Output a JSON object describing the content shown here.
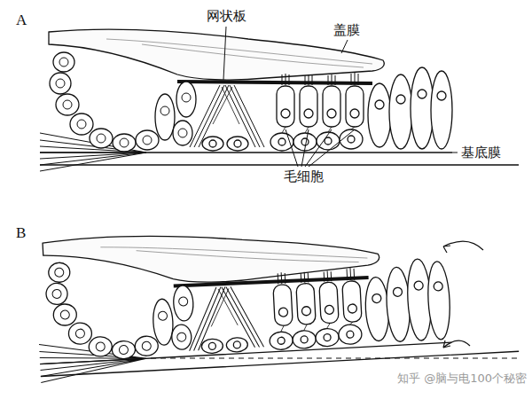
{
  "diagram": {
    "labels": [
      "A",
      "网状板",
      "盖膜",
      "基底膜",
      "毛细胞",
      "B",
      "知乎 @脑与电100个秘密"
    ]
  }
}
